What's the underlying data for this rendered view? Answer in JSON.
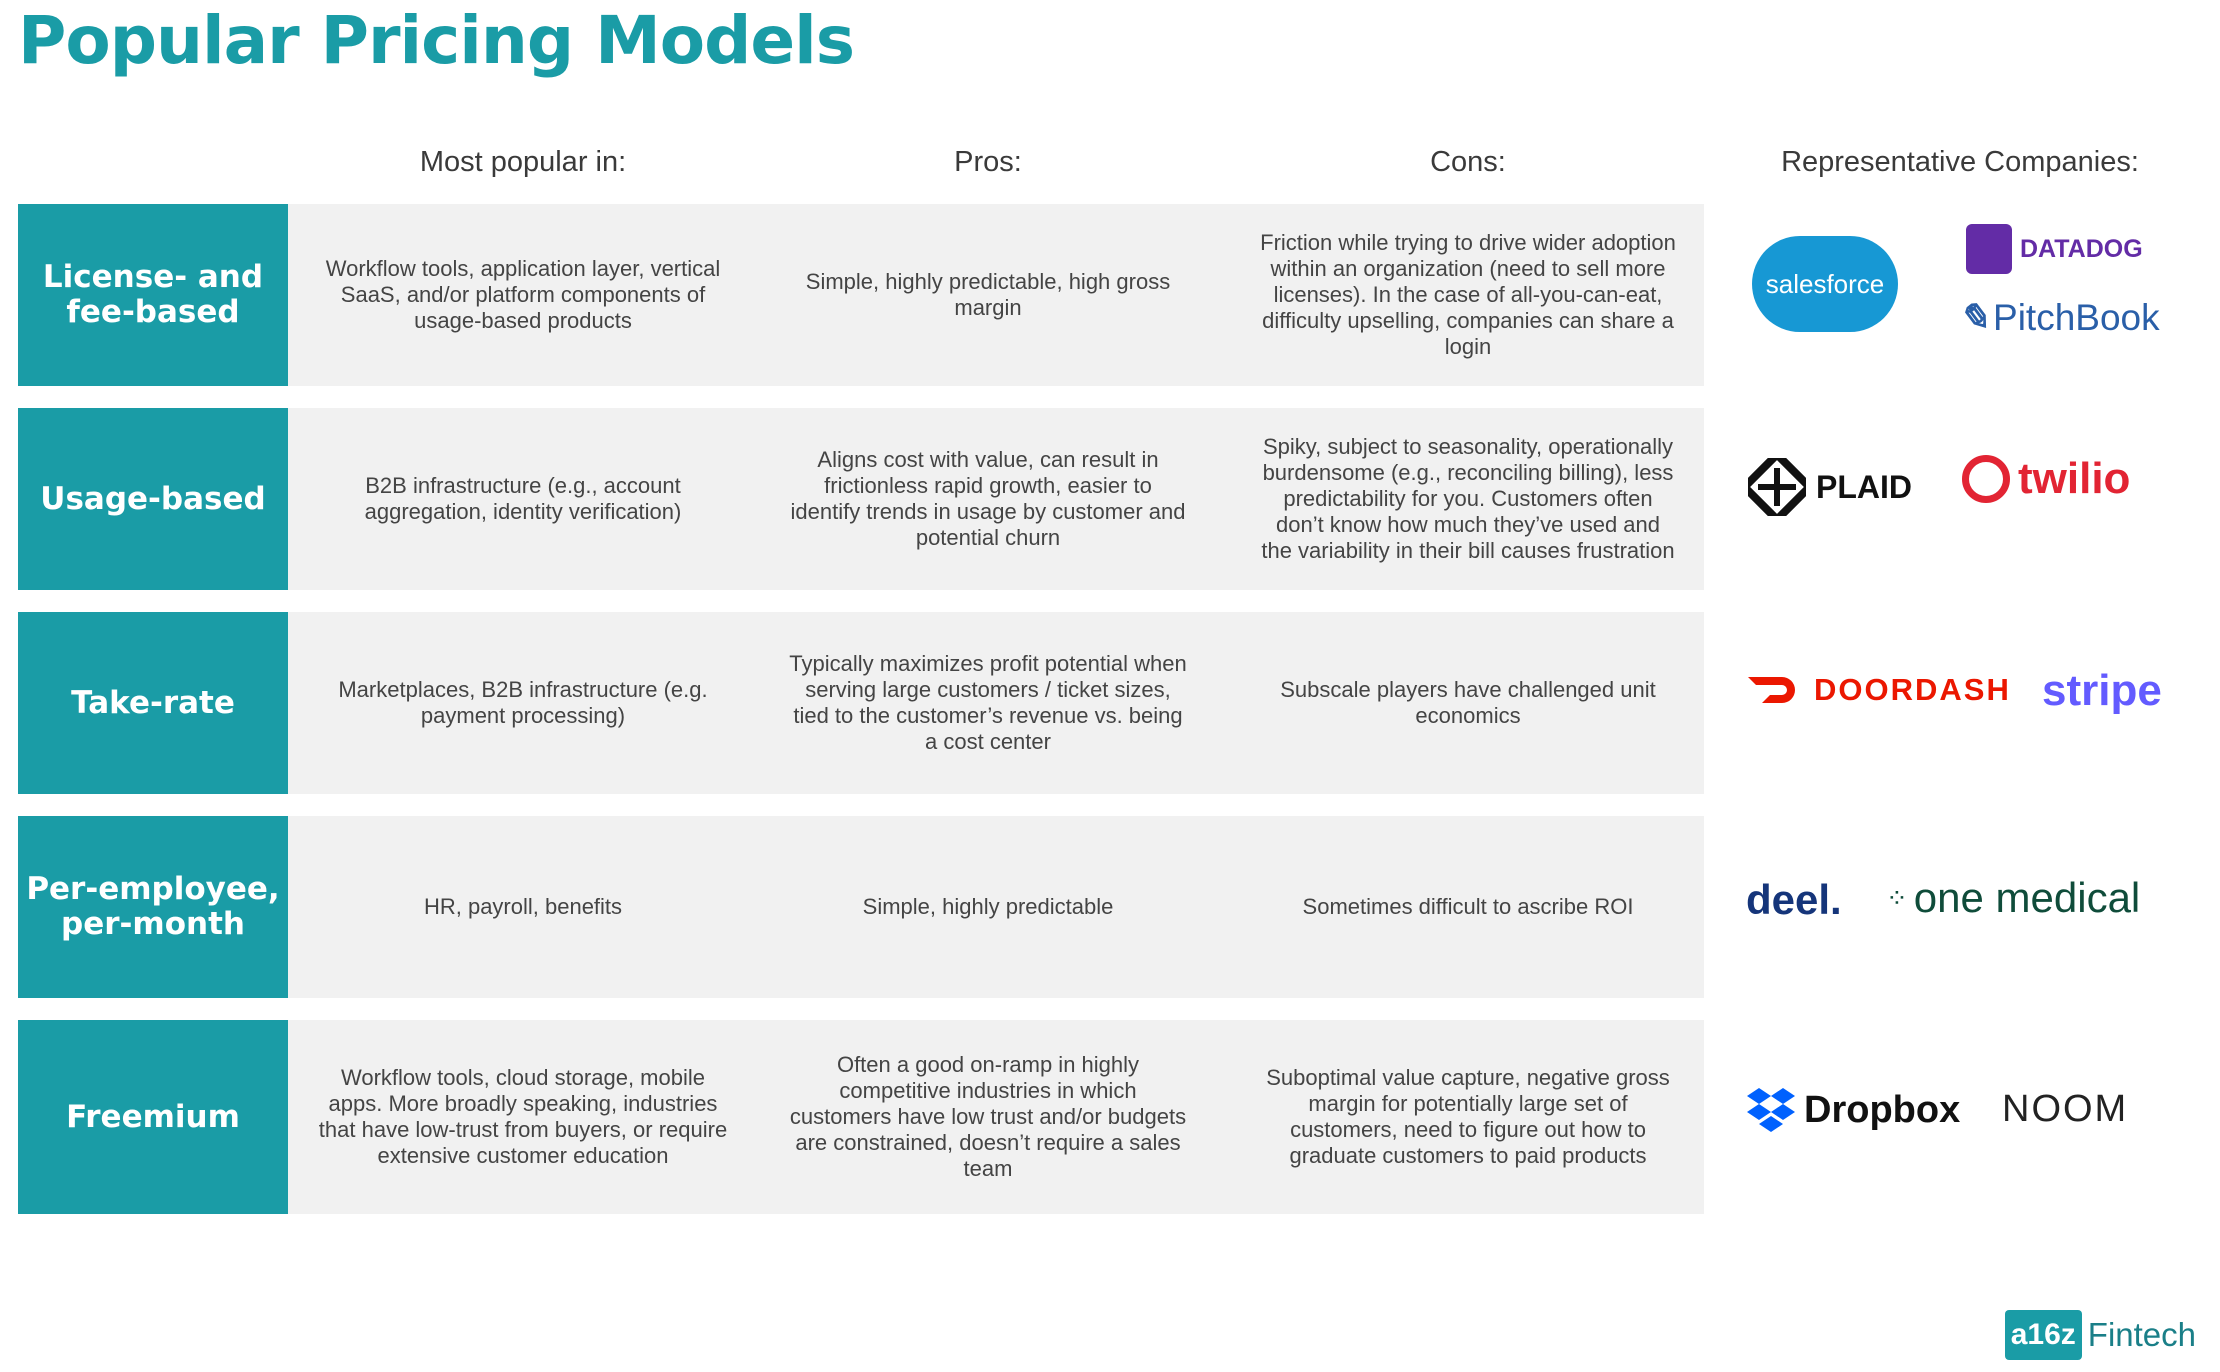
{
  "title": "Popular Pricing Models",
  "headers": {
    "most_popular": "Most popular in:",
    "pros": "Pros:",
    "cons": "Cons:",
    "companies": "Representative Companies:"
  },
  "colors": {
    "accent": "#1a9ca6",
    "row_bg": "#f1f1f1"
  },
  "rows": [
    {
      "label": "License- and fee-based",
      "popular": "Workflow tools, application layer, vertical SaaS, and/or platform components of usage-based products",
      "pros": "Simple, highly predictable, high gross margin",
      "cons": "Friction while trying to drive wider adoption within an organization (need to sell more licenses). In the case of all-you-can-eat, difficulty upselling, companies can share a login",
      "logos": [
        "salesforce",
        "DATADOG",
        "PitchBook"
      ]
    },
    {
      "label": "Usage-based",
      "popular": "B2B infrastructure (e.g., account aggregation, identity verification)",
      "pros": "Aligns cost with value, can result in frictionless rapid growth, easier to identify trends in usage by customer and potential churn",
      "cons": "Spiky, subject to seasonality, operationally burdensome (e.g., reconciling billing), less predictability for you. Customers often don’t know how much they’ve used and the variability in their bill causes frustration",
      "logos": [
        "PLAID",
        "twilio"
      ]
    },
    {
      "label": "Take-rate",
      "popular": "Marketplaces, B2B infrastructure (e.g. payment processing)",
      "pros": "Typically maximizes profit potential when serving large customers / ticket sizes, tied to the customer’s revenue vs. being a cost center",
      "cons": "Subscale players have challenged unit economics",
      "logos": [
        "DOORDASH",
        "stripe"
      ]
    },
    {
      "label": "Per-employee, per-month",
      "popular": "HR, payroll, benefits",
      "pros": "Simple, highly predictable",
      "cons": "Sometimes difficult to ascribe ROI",
      "logos": [
        "deel.",
        "one medical"
      ]
    },
    {
      "label": "Freemium",
      "popular": "Workflow tools, cloud storage, mobile apps. More broadly speaking, industries that have low-trust from buyers, or require extensive customer education",
      "pros": "Often a good on-ramp in highly competitive industries in which customers have low trust and/or budgets are constrained, doesn’t require a sales team",
      "cons": "Suboptimal value capture, negative gross margin for potentially large set of customers, need to figure out how to graduate customers to paid products",
      "logos": [
        "Dropbox",
        "NOOM"
      ]
    }
  ],
  "footer": {
    "brand": "a16z",
    "suffix": "Fintech"
  }
}
